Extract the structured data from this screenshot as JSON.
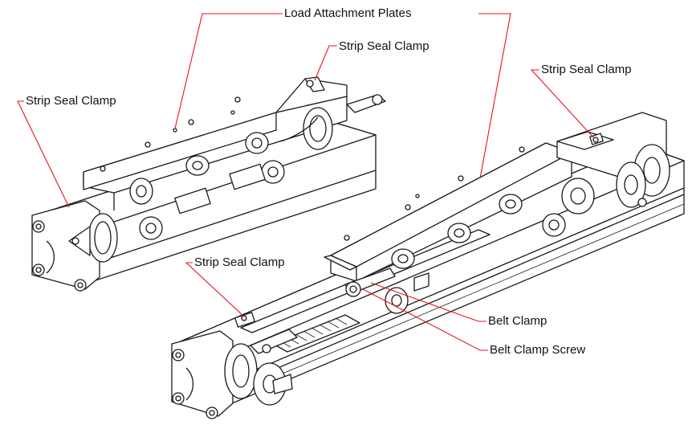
{
  "callouts": {
    "load_plates": "Load Attachment Plates",
    "seal_top_center": "Strip Seal Clamp",
    "seal_left": "Strip Seal Clamp",
    "seal_right": "Strip Seal Clamp",
    "seal_bottom": "Strip Seal Clamp",
    "belt_clamp": "Belt Clamp",
    "belt_clamp_screw": "Belt Clamp Screw"
  },
  "colors": {
    "leader": "#e8141c",
    "line": "#1a1a1a",
    "fill": "#ffffff"
  }
}
